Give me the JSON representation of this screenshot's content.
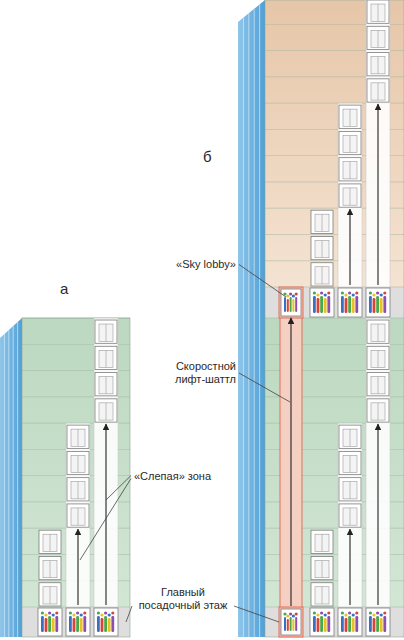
{
  "diagram": {
    "labels": [
      "б",
      "а",
      "«Sky lobby»",
      "Скоростной лифт-шаттл",
      "«Слепая» зона",
      "Главный посадочный этаж"
    ]
  }
}
